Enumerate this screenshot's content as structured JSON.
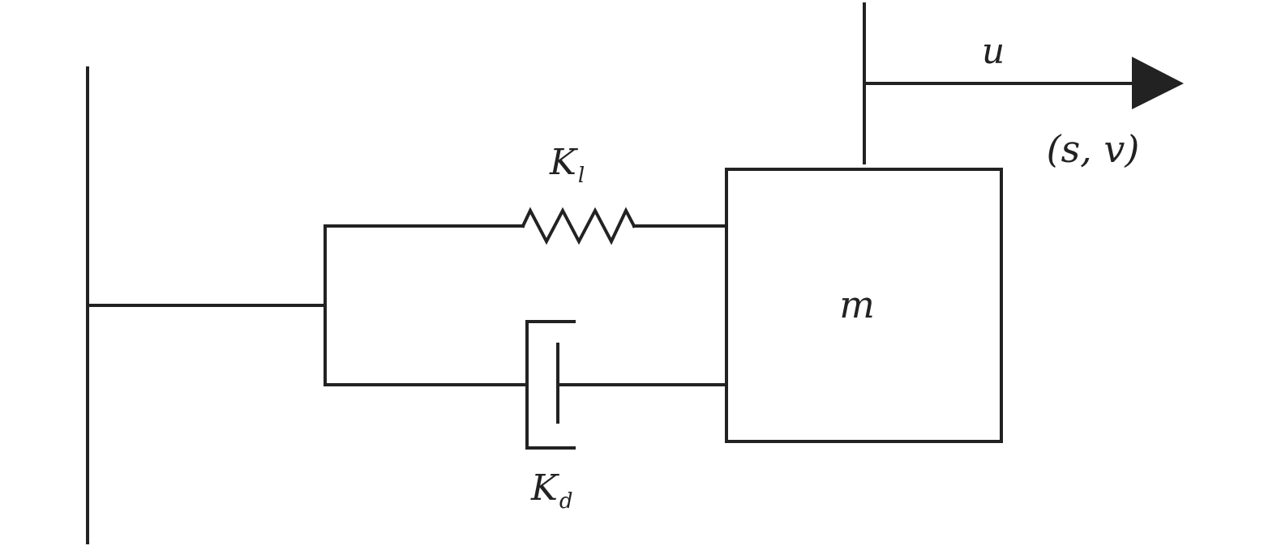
{
  "diagram": {
    "spring_label": {
      "symbol": "K",
      "subscript": "l"
    },
    "damper_label": {
      "symbol": "K",
      "subscript": "d"
    },
    "mass_label": "m",
    "input_label": "u",
    "state_label": "(s, v)",
    "colors": {
      "stroke": "#222222",
      "background": "#ffffff"
    }
  }
}
